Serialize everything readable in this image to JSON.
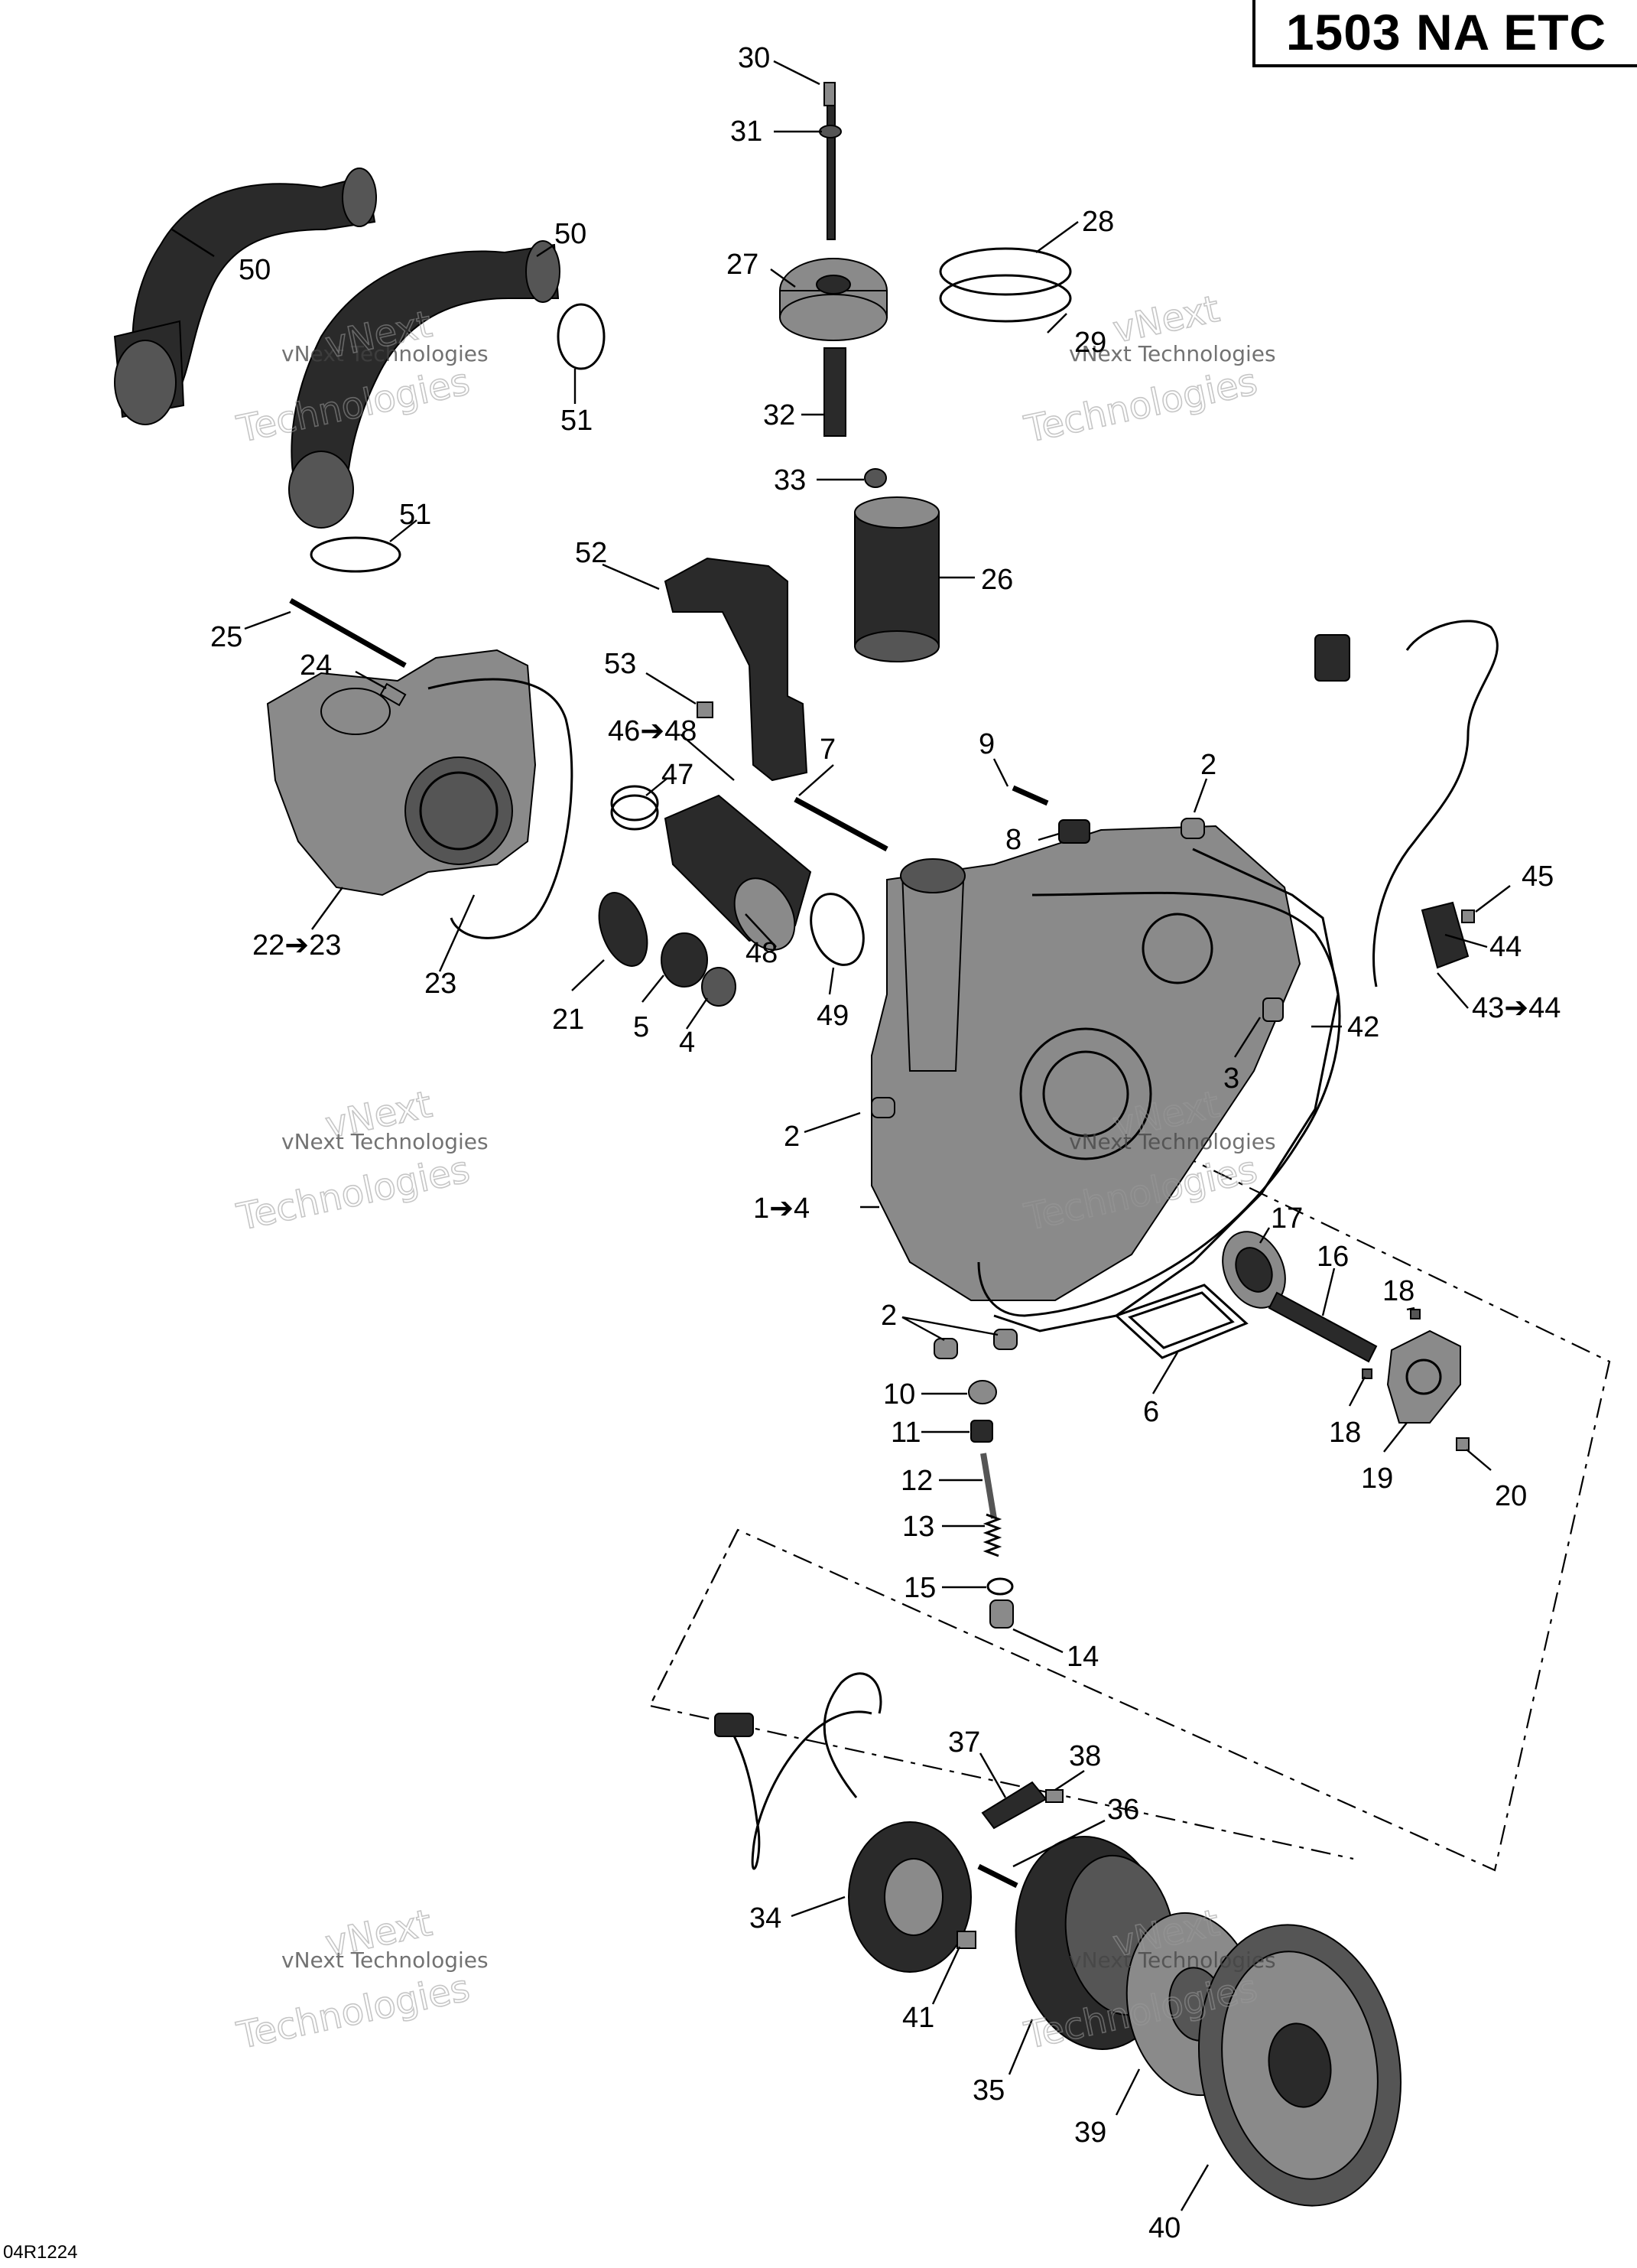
{
  "title": "1503 NA ETC",
  "ref_code": "04R1224",
  "watermark": {
    "line1": "vNext",
    "line2": "Technologies",
    "full": "vNext Technologies"
  },
  "callouts": [
    {
      "id": "c30",
      "text": "30"
    },
    {
      "id": "c31",
      "text": "31"
    },
    {
      "id": "c28",
      "text": "28"
    },
    {
      "id": "c27",
      "text": "27"
    },
    {
      "id": "c29",
      "text": "29"
    },
    {
      "id": "c32",
      "text": "32"
    },
    {
      "id": "c33",
      "text": "33"
    },
    {
      "id": "c26",
      "text": "26"
    },
    {
      "id": "c50a",
      "text": "50"
    },
    {
      "id": "c50b",
      "text": "50"
    },
    {
      "id": "c51a",
      "text": "51"
    },
    {
      "id": "c51b",
      "text": "51"
    },
    {
      "id": "c52",
      "text": "52"
    },
    {
      "id": "c25",
      "text": "25"
    },
    {
      "id": "c24",
      "text": "24"
    },
    {
      "id": "c53",
      "text": "53"
    },
    {
      "id": "c4648",
      "text": "46➔48"
    },
    {
      "id": "c47",
      "text": "47"
    },
    {
      "id": "c7",
      "text": "7"
    },
    {
      "id": "c9",
      "text": "9"
    },
    {
      "id": "c2a",
      "text": "2"
    },
    {
      "id": "c8",
      "text": "8"
    },
    {
      "id": "c45",
      "text": "45"
    },
    {
      "id": "c44",
      "text": "44"
    },
    {
      "id": "c4344",
      "text": "43➔44"
    },
    {
      "id": "c2223",
      "text": "22➔23"
    },
    {
      "id": "c48",
      "text": "48"
    },
    {
      "id": "c23",
      "text": "23"
    },
    {
      "id": "c21",
      "text": "21"
    },
    {
      "id": "c5",
      "text": "5"
    },
    {
      "id": "c4",
      "text": "4"
    },
    {
      "id": "c49",
      "text": "49"
    },
    {
      "id": "c42",
      "text": "42"
    },
    {
      "id": "c3",
      "text": "3"
    },
    {
      "id": "c2b",
      "text": "2"
    },
    {
      "id": "c14range",
      "text": "1➔4"
    },
    {
      "id": "c17",
      "text": "17"
    },
    {
      "id": "c16",
      "text": "16"
    },
    {
      "id": "c18a",
      "text": "18"
    },
    {
      "id": "c2c",
      "text": "2"
    },
    {
      "id": "c6",
      "text": "6"
    },
    {
      "id": "c18b",
      "text": "18"
    },
    {
      "id": "c19",
      "text": "19"
    },
    {
      "id": "c20",
      "text": "20"
    },
    {
      "id": "c10",
      "text": "10"
    },
    {
      "id": "c11",
      "text": "11"
    },
    {
      "id": "c12",
      "text": "12"
    },
    {
      "id": "c13",
      "text": "13"
    },
    {
      "id": "c15",
      "text": "15"
    },
    {
      "id": "c14",
      "text": "14"
    },
    {
      "id": "c37",
      "text": "37"
    },
    {
      "id": "c38",
      "text": "38"
    },
    {
      "id": "c36",
      "text": "36"
    },
    {
      "id": "c34",
      "text": "34"
    },
    {
      "id": "c41",
      "text": "41"
    },
    {
      "id": "c35",
      "text": "35"
    },
    {
      "id": "c39",
      "text": "39"
    },
    {
      "id": "c40",
      "text": "40"
    }
  ]
}
